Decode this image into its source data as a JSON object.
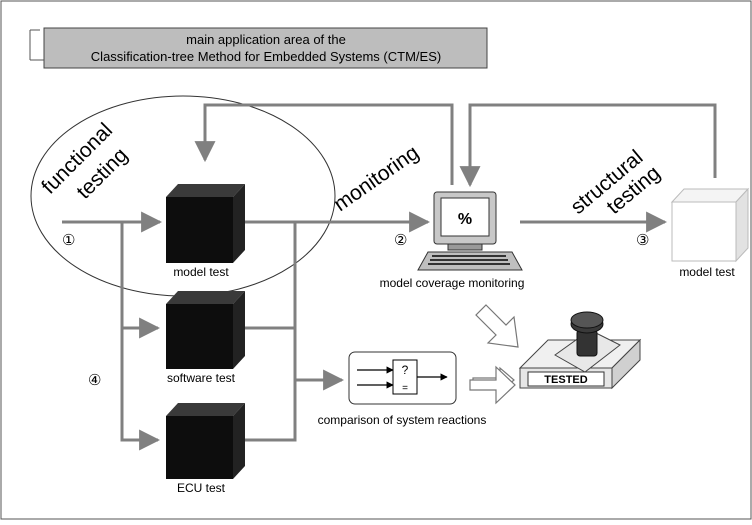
{
  "header": {
    "line1": "main application area of the",
    "line2": "Classification-tree Method for Embedded Systems (CTM/ES)"
  },
  "labels": {
    "functional": "functional",
    "testing1": "testing",
    "monitoring": "monitoring",
    "structural": "structural",
    "testing2": "testing",
    "step1": "①",
    "step2": "②",
    "step3": "③",
    "step4": "④",
    "model_test": "model test",
    "software_test": "software test",
    "ecu_test": "ECU test",
    "model_coverage_monitoring": "model coverage monitoring",
    "model_test_right": "model test",
    "comparison": "comparison of system reactions",
    "tested_stamp": "TESTED",
    "monitor_screen": "%",
    "comparator_q": "?",
    "comparator_eq": "="
  },
  "icons": [
    "black-cube-icon",
    "white-cube-icon",
    "computer-monitor-icon",
    "comparator-icon",
    "stamp-icon",
    "hollow-arrow-icon"
  ],
  "colors": {
    "line": "#808080",
    "cube_dark": "#111111",
    "header_fill": "#c0c0c0",
    "stamp_text": "#333333"
  }
}
